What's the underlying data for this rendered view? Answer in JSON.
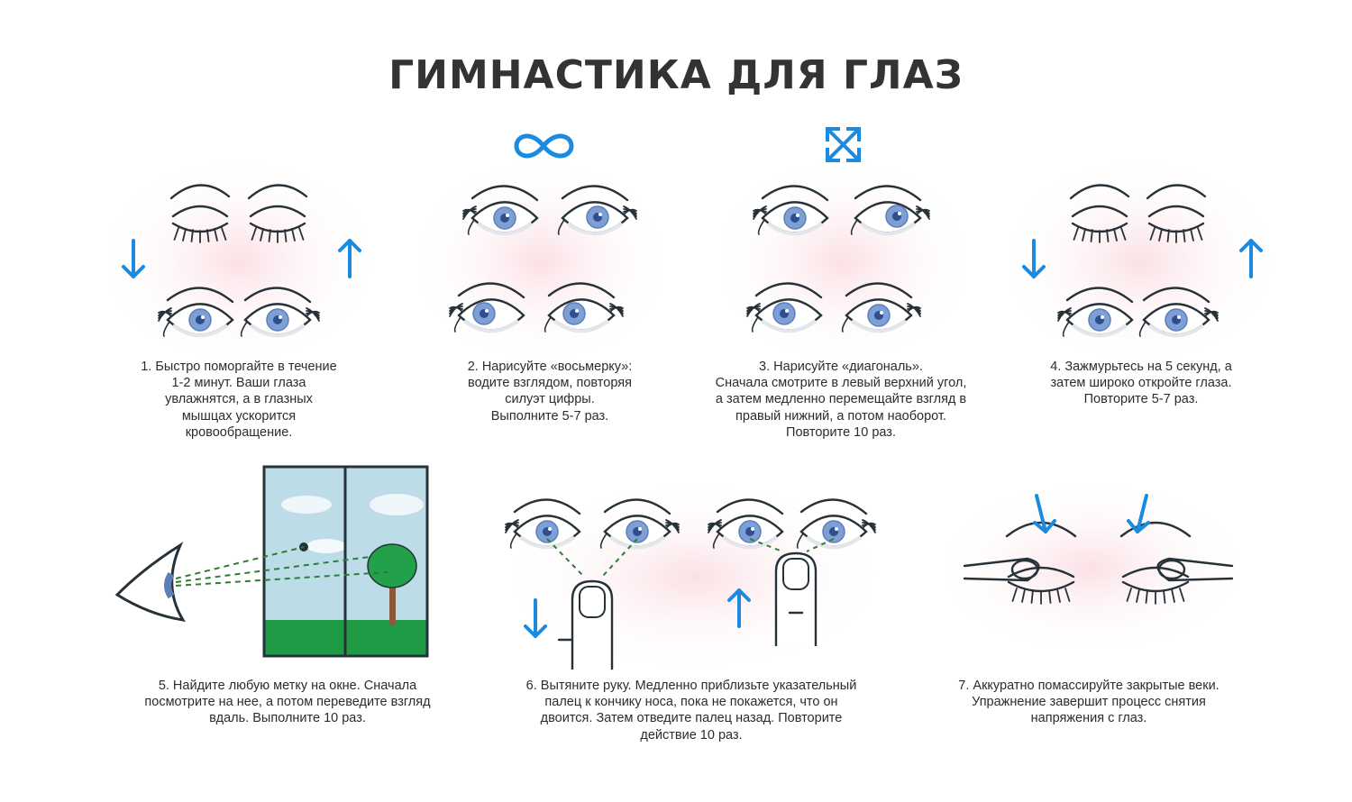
{
  "title": "ГИМНАСТИКА ДЛЯ ГЛАЗ",
  "colors": {
    "accent": "#1a8be0",
    "iris": "#7d9fd6",
    "pupil": "#2d4f8e",
    "line": "#263238",
    "glow": "#fde6ea",
    "grass": "#1f9a45",
    "sky": "#bcdde8",
    "dash": "#2e7d32"
  },
  "exercises": [
    {
      "n": 1,
      "text": "1. Быстро поморгайте в течение\n1-2 минут. Ваши глаза\nувлажнятся, а в глазных\nмышцах ускорится\nкровообращение.",
      "icons": [
        "arrow-down-icon",
        "arrow-up-icon"
      ]
    },
    {
      "n": 2,
      "text": "2. Нарисуйте «восьмерку»:\nводите взглядом, повторяя\nсилуэт цифры.\nВыполните 5-7 раз.",
      "icons": [
        "infinity-icon"
      ]
    },
    {
      "n": 3,
      "text": "3. Нарисуйте «диагональ».\nСначала смотрите в левый верхний угол,\nа затем медленно перемещайте взгляд в\nправый нижний, а потом наоборот.\nПовторите 10 раз.",
      "icons": [
        "diagonal-arrows-icon"
      ]
    },
    {
      "n": 4,
      "text": "4. Зажмурьтесь на 5 секунд, а\nзатем широко откройте глаза.\nПовторите 5-7 раз.",
      "icons": [
        "arrow-down-icon",
        "arrow-up-icon"
      ]
    },
    {
      "n": 5,
      "text": "5. Найдите любую метку на окне. Сначала\nпосмотрите на нее, а потом переведите взгляд\nвдаль. Выполните 10 раз.",
      "icons": [
        "window-icon",
        "tree-icon"
      ]
    },
    {
      "n": 6,
      "text": "6. Вытяните руку. Медленно приблизьте указательный\nпалец к кончику носа, пока не покажется, что он\nдвоится. Затем отведите палец назад. Повторите\nдействие 10 раз.",
      "icons": [
        "finger-icon",
        "arrow-down-icon",
        "arrow-up-icon"
      ]
    },
    {
      "n": 7,
      "text": "7. Аккуратно помассируйте закрытые веки.\nУпражнение завершит процесс снятия\nнапряжения с глаз.",
      "icons": [
        "massage-finger-icon",
        "arrow-down-icon"
      ]
    }
  ]
}
